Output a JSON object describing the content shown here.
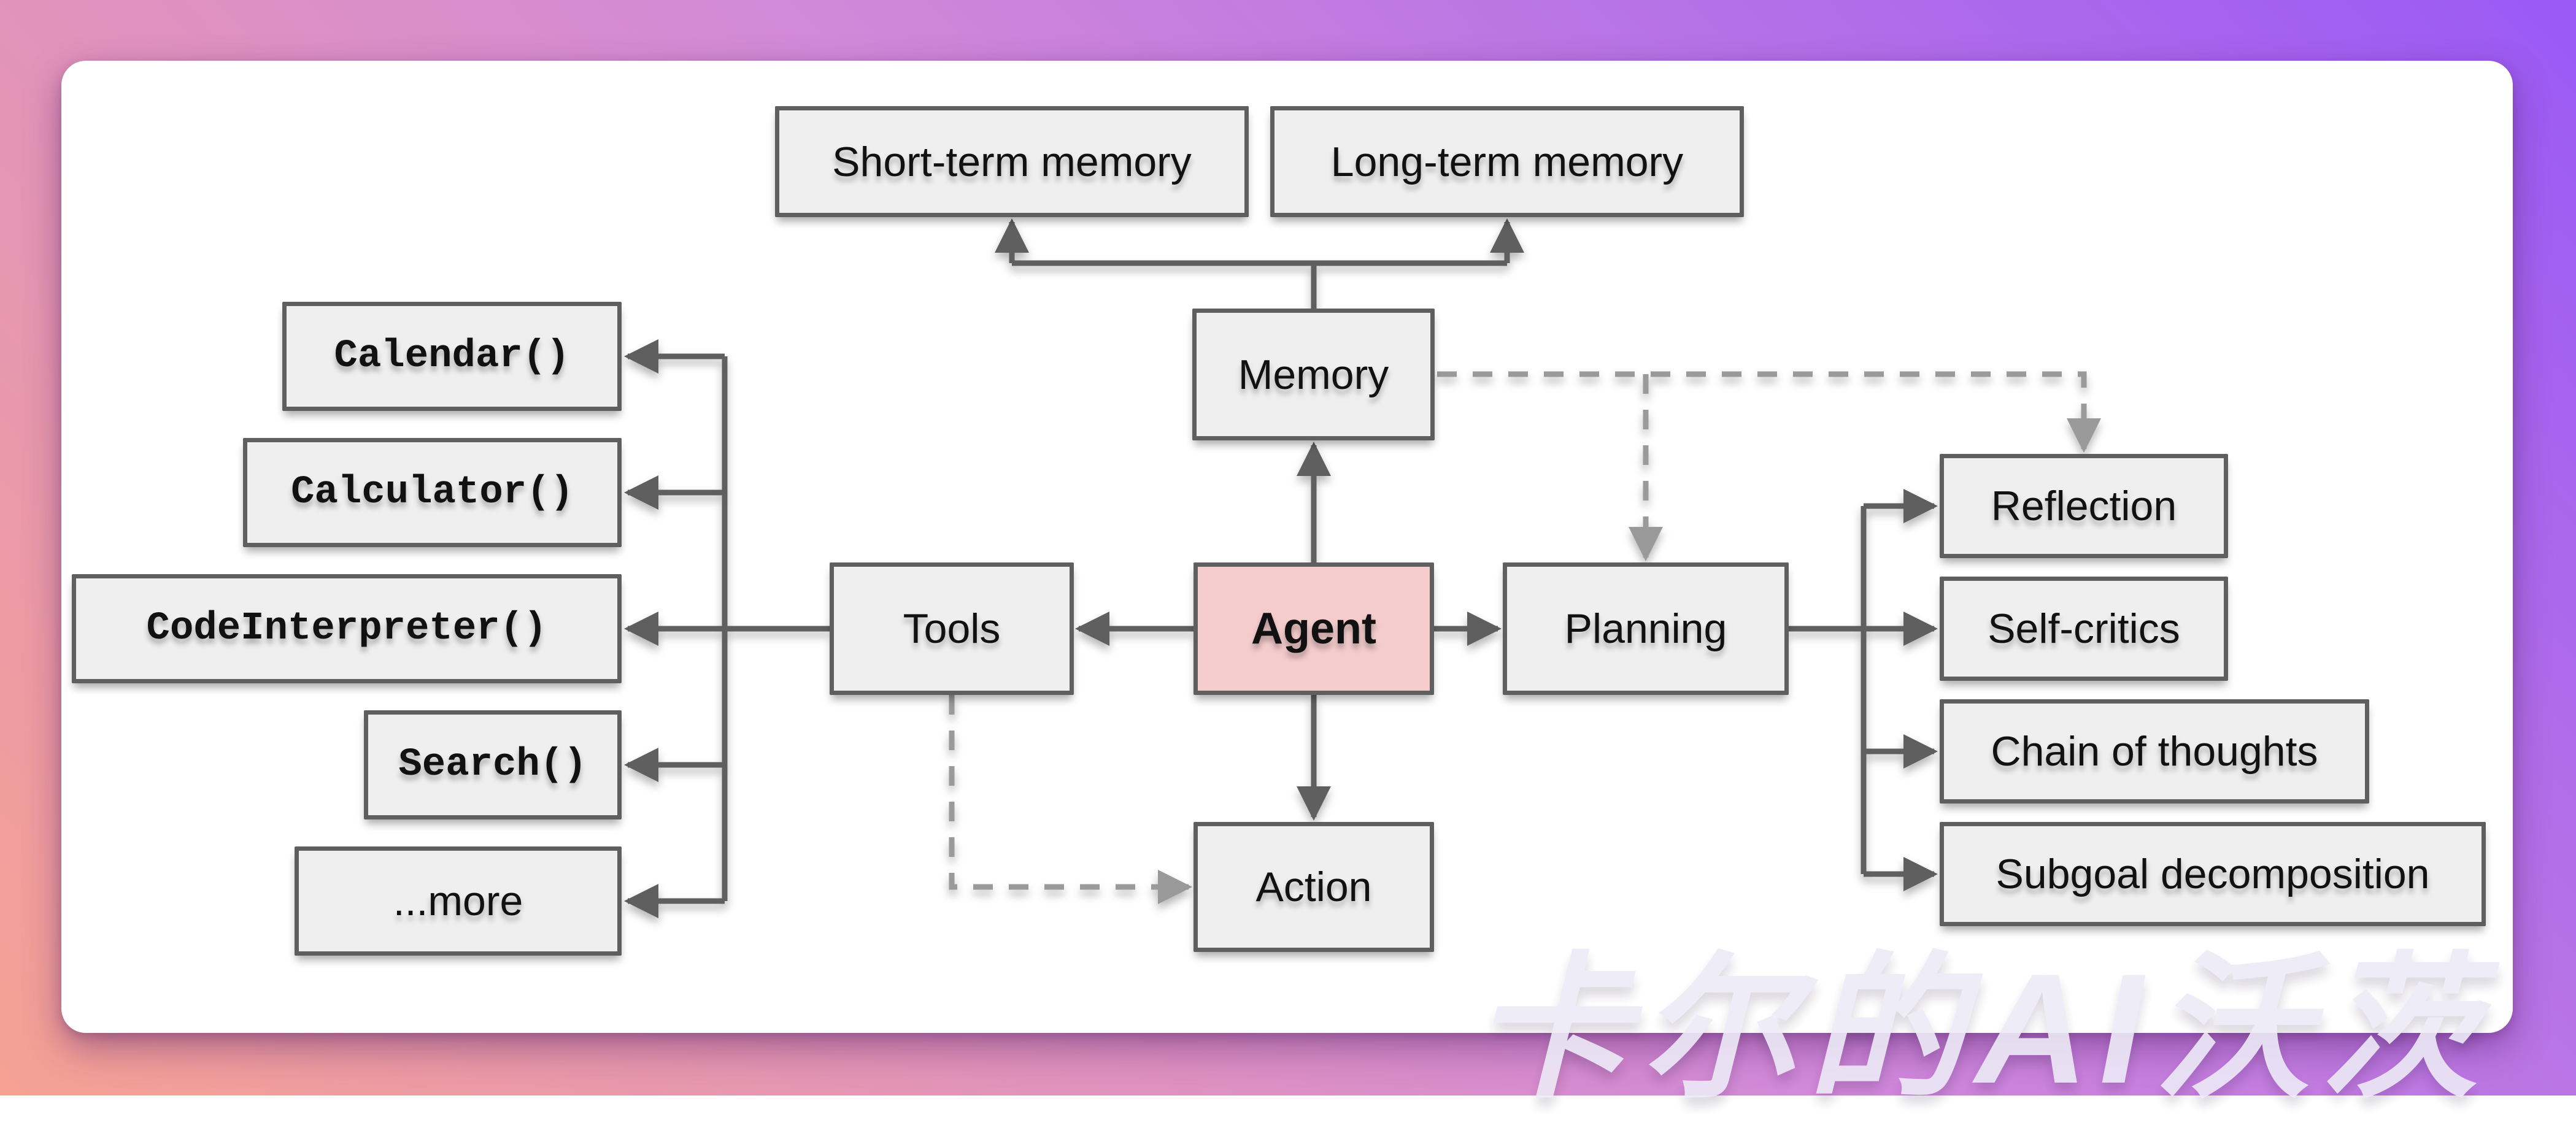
{
  "watermark": {
    "text": "卡尔的AI沃茨"
  },
  "theme": {
    "bg-start": "#f6a193",
    "bg-mid": "#d289d8",
    "bg-end": "#9a59f5",
    "canvas": "#ffffff",
    "node-fill": "#efefef",
    "node-border": "#5f5f5f",
    "agent-fill": "#f4cccc",
    "edge-solid": "#5f5f5f",
    "edge-dashed": "#9a9a9a",
    "text": "#111111",
    "watermark-color": "#edeaf7"
  },
  "nodes": {
    "short_term": {
      "label": "Short-term memory"
    },
    "long_term": {
      "label": "Long-term memory"
    },
    "memory": {
      "label": "Memory"
    },
    "agent": {
      "label": "Agent"
    },
    "tools": {
      "label": "Tools"
    },
    "planning": {
      "label": "Planning"
    },
    "action": {
      "label": "Action"
    },
    "calendar": {
      "label": "Calendar()"
    },
    "calculator": {
      "label": "Calculator()"
    },
    "code_interpreter": {
      "label": "CodeInterpreter()"
    },
    "search": {
      "label": "Search()"
    },
    "more": {
      "label": "...more"
    },
    "reflection": {
      "label": "Reflection"
    },
    "self_critics": {
      "label": "Self-critics"
    },
    "chain_of_thoughts": {
      "label": "Chain of thoughts"
    },
    "subgoal_decomposition": {
      "label": "Subgoal decomposition"
    }
  },
  "edges": [
    {
      "from": "memory",
      "to": "short_term",
      "style": "solid"
    },
    {
      "from": "memory",
      "to": "long_term",
      "style": "solid"
    },
    {
      "from": "agent",
      "to": "memory",
      "style": "solid"
    },
    {
      "from": "agent",
      "to": "tools",
      "style": "solid"
    },
    {
      "from": "agent",
      "to": "planning",
      "style": "solid"
    },
    {
      "from": "agent",
      "to": "action",
      "style": "solid"
    },
    {
      "from": "tools",
      "to": "calendar",
      "style": "solid"
    },
    {
      "from": "tools",
      "to": "calculator",
      "style": "solid"
    },
    {
      "from": "tools",
      "to": "code_interpreter",
      "style": "solid"
    },
    {
      "from": "tools",
      "to": "search",
      "style": "solid"
    },
    {
      "from": "tools",
      "to": "more",
      "style": "solid"
    },
    {
      "from": "planning",
      "to": "reflection",
      "style": "solid"
    },
    {
      "from": "planning",
      "to": "self_critics",
      "style": "solid"
    },
    {
      "from": "planning",
      "to": "chain_of_thoughts",
      "style": "solid"
    },
    {
      "from": "planning",
      "to": "subgoal_decomposition",
      "style": "solid"
    },
    {
      "from": "memory",
      "to": "planning",
      "style": "dashed"
    },
    {
      "from": "memory",
      "to": "reflection",
      "style": "dashed"
    },
    {
      "from": "tools",
      "to": "action",
      "style": "dashed"
    }
  ]
}
